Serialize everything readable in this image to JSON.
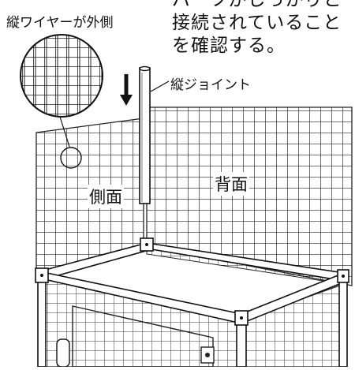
{
  "labels": {
    "side_wire_label": "縦ワイヤーが外側",
    "vertical_joint_label": "縦ジョイント",
    "side_panel_label": "側面",
    "back_panel_label": "背面"
  },
  "instruction": {
    "line1": "パーツがしっかりと",
    "line2": "接続されていること",
    "line3": "を確認する。"
  }
}
